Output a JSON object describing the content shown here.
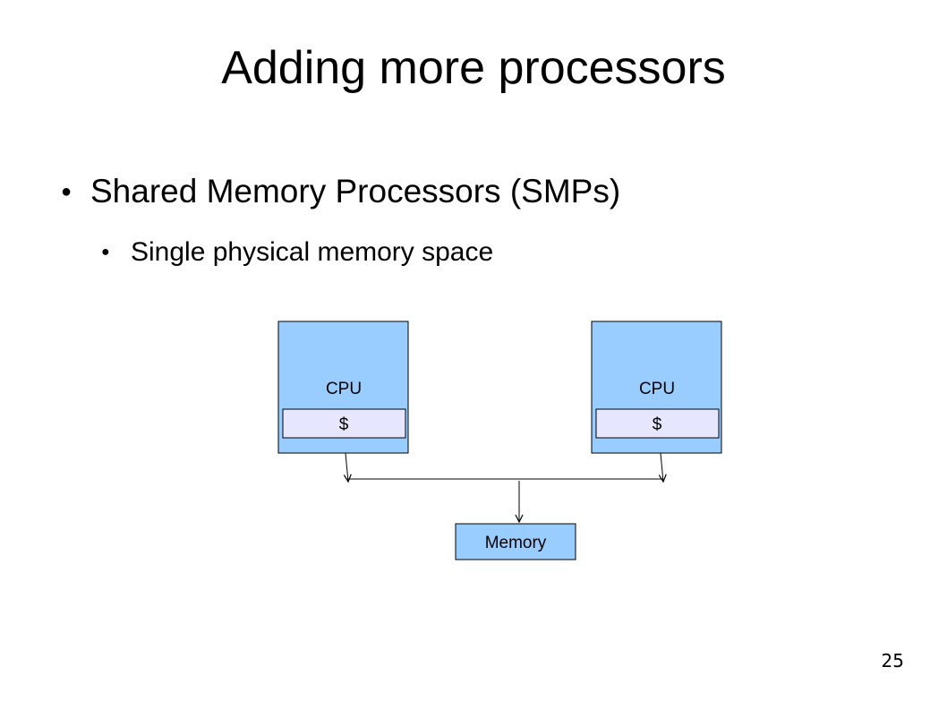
{
  "slide": {
    "title": "Adding more processors",
    "bullets": [
      {
        "level": 1,
        "text": "Shared Memory Processors (SMPs)"
      },
      {
        "level": 2,
        "text": "Single physical memory space"
      }
    ],
    "page_number": "25"
  },
  "diagram": {
    "cpus": [
      {
        "label": "CPU",
        "cache_label": "$"
      },
      {
        "label": "CPU",
        "cache_label": "$"
      }
    ],
    "memory_label": "Memory",
    "colors": {
      "cpu_fill": "#99ccff",
      "cache_fill": "#e6e6ff",
      "memory_fill": "#99ccff",
      "stroke": "#000000"
    }
  }
}
